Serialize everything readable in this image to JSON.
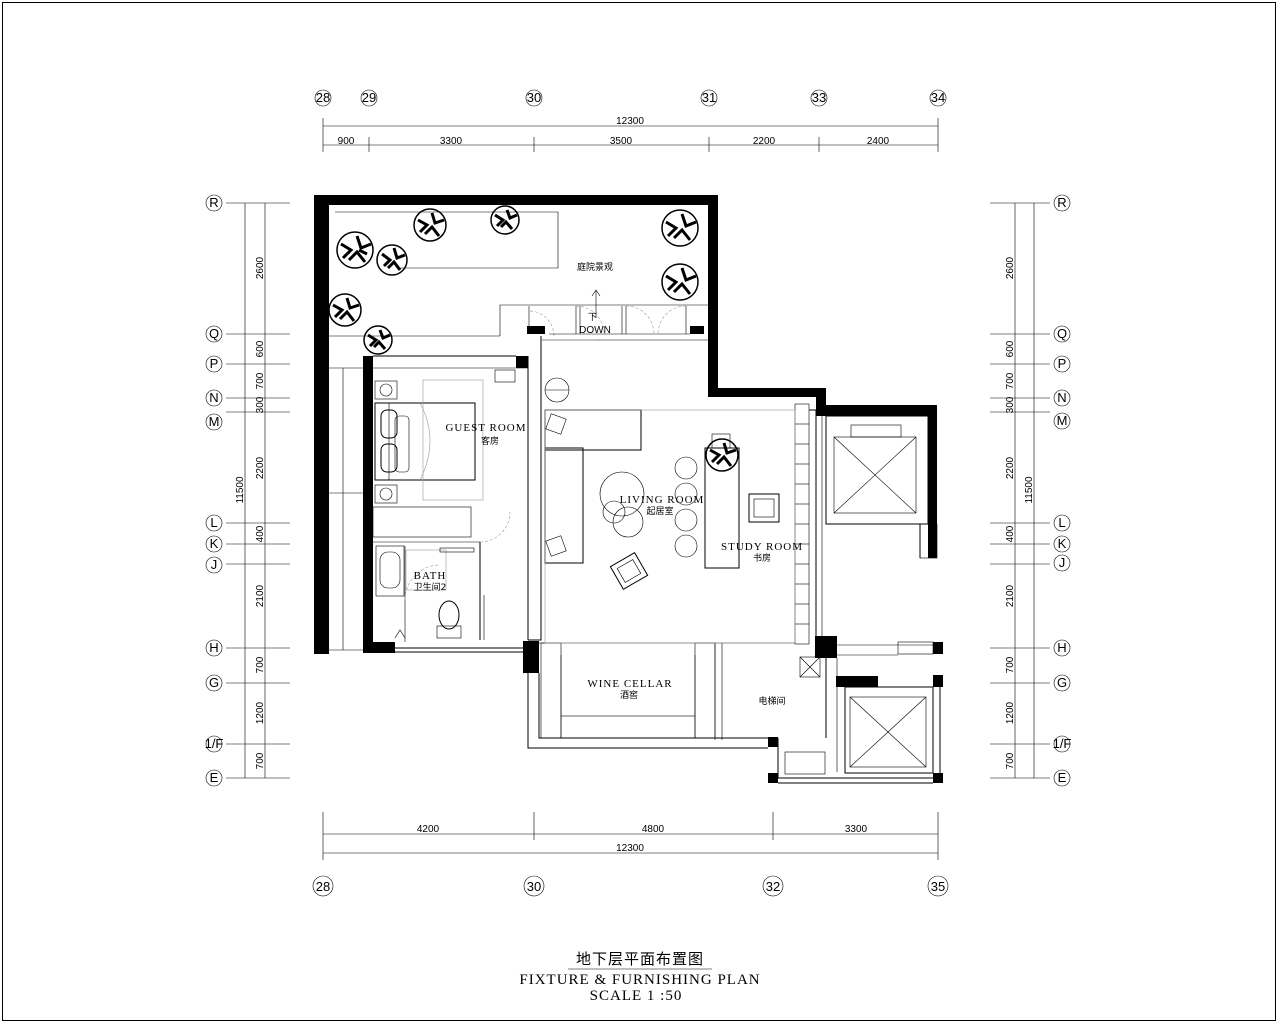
{
  "top_axes": [
    "28",
    "29",
    "30",
    "31",
    "33",
    "34"
  ],
  "top_dims": {
    "total": "12300",
    "segments": [
      "900",
      "3300",
      "3500",
      "2200",
      "2400"
    ]
  },
  "bottom_axes": [
    "28",
    "30",
    "32",
    "35"
  ],
  "bottom_dims": {
    "total": "12300",
    "segments": [
      "4200",
      "4800",
      "3300"
    ]
  },
  "left_axes": [
    "R",
    "Q",
    "P",
    "N",
    "M",
    "L",
    "K",
    "J",
    "H",
    "G",
    "1/F",
    "E"
  ],
  "right_axes": [
    "R",
    "Q",
    "P",
    "N",
    "M",
    "L",
    "K",
    "J",
    "H",
    "G",
    "1/F",
    "E"
  ],
  "side_dims": {
    "total": "11500",
    "segments": [
      "2600",
      "600",
      "700",
      "300",
      "2200",
      "400",
      "2100",
      "700",
      "1200",
      "700"
    ]
  },
  "rooms": {
    "courtyard_cn": "庭院景观",
    "down_cn": "下",
    "down_en": "DOWN",
    "guest_en": "GUEST ROOM",
    "guest_cn": "客房",
    "living_en": "LIVING ROOM",
    "living_cn": "起居室",
    "study_en": "STUDY ROOM",
    "study_cn": "书房",
    "bath_en": "BATH",
    "bath_cn": "卫生间2",
    "wine_en": "WINE CELLAR",
    "wine_cn": "酒窖",
    "elevator_cn": "电梯间"
  },
  "title": {
    "cn": "地下层平面布置图",
    "en": "FIXTURE & FURNISHING PLAN",
    "scale": "SCALE 1 :50"
  }
}
